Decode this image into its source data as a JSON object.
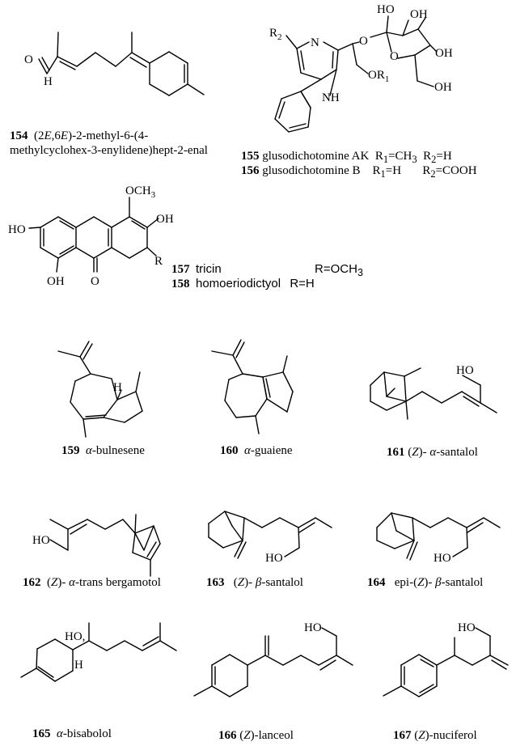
{
  "compounds": [
    {
      "id": "154",
      "parts": [
        "(2",
        "E",
        ",6",
        "E",
        ")-2-methyl-6-(4-"
      ],
      "line2": "methylcyclohex-3-enylidene)hept-2-enal"
    },
    {
      "id": "155",
      "name": "glusodichotomine AK",
      "r1": "R",
      "r1sub": "1",
      "r1val": "=CH",
      "r1valsub": "3",
      "r2": "R",
      "r2sub": "2",
      "r2val": "=H"
    },
    {
      "id": "156",
      "name": "glusodichotomine B",
      "r1": "R",
      "r1sub": "1",
      "r1val": "=H",
      "r2": "R",
      "r2sub": "2",
      "r2val": "=COOH"
    },
    {
      "id": "157",
      "name": "tricin",
      "rval": "R=OCH",
      "rvalsub": "3"
    },
    {
      "id": "158",
      "name": "homoeriodictyol",
      "rval": "R=H"
    },
    {
      "id": "159",
      "greek": "α",
      "name": "-bulnesene"
    },
    {
      "id": "160",
      "greek": "α",
      "name": "-guaiene"
    },
    {
      "id": "161",
      "pre": "(",
      "stereo": "Z",
      "post": ")- ",
      "greek": "α",
      "name": "-santalol"
    },
    {
      "id": "162",
      "pre": "(",
      "stereo": "Z",
      "post": ")- ",
      "greek": "α",
      "name": "-trans bergamotol"
    },
    {
      "id": "163",
      "pre": "(",
      "stereo": "Z",
      "post": ")- ",
      "greek": "β",
      "name": "-santalol"
    },
    {
      "id": "164",
      "pre": "epi-(",
      "stereo": "Z",
      "post": ")- ",
      "greek": "β",
      "name": "-santalol"
    },
    {
      "id": "165",
      "greek": "α",
      "name": "-bisabolol"
    },
    {
      "id": "166",
      "pre": "(",
      "stereo": "Z",
      "name": ")-lanceol"
    },
    {
      "id": "167",
      "pre": "(",
      "stereo": "Z",
      "name": ")-nuciferol"
    }
  ],
  "atoms": {
    "O": "O",
    "H": "H",
    "N": "N",
    "NH": "NH",
    "HO": "HO",
    "OH": "OH",
    "R": "R",
    "R1": "R",
    "R1sub": "1",
    "R2": "R",
    "R2sub": "2",
    "OCH3": "OCH",
    "OCH3sub": "3",
    "OR1": "OR",
    "OR1sub": "1",
    "HO_dot": "HO,"
  }
}
